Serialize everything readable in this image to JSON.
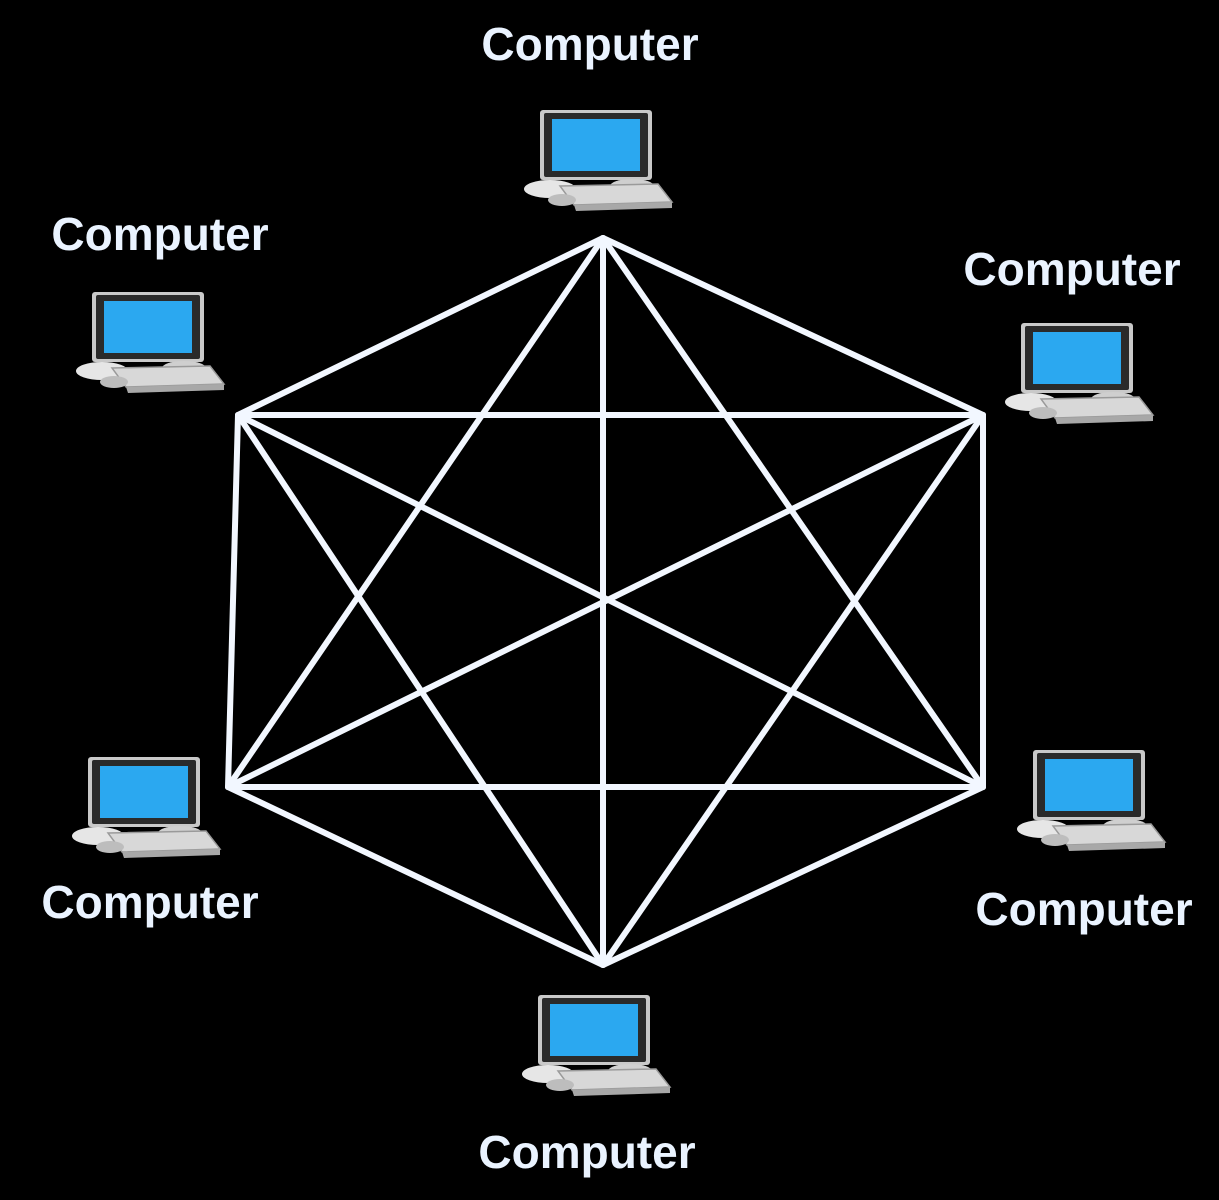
{
  "diagram": {
    "type": "mesh-network-topology",
    "colors": {
      "background": "#000000",
      "link": "#f2f7ff",
      "label": "#eaf3ff",
      "screen": "#2ba8f0",
      "monitor_frame": "#2a2a2a",
      "monitor_bezel": "#c9c9c9",
      "keyboard": "#d8d8d8"
    },
    "nodes": [
      {
        "id": "top",
        "label": "Computer",
        "icon": "laptop-computer-icon"
      },
      {
        "id": "upper-right",
        "label": "Computer",
        "icon": "laptop-computer-icon"
      },
      {
        "id": "lower-right",
        "label": "Computer",
        "icon": "laptop-computer-icon"
      },
      {
        "id": "bottom",
        "label": "Computer",
        "icon": "laptop-computer-icon"
      },
      {
        "id": "lower-left",
        "label": "Computer",
        "icon": "laptop-computer-icon"
      },
      {
        "id": "upper-left",
        "label": "Computer",
        "icon": "laptop-computer-icon"
      }
    ],
    "links": [
      [
        "top",
        "upper-right"
      ],
      [
        "top",
        "lower-right"
      ],
      [
        "top",
        "bottom"
      ],
      [
        "top",
        "lower-left"
      ],
      [
        "top",
        "upper-left"
      ],
      [
        "upper-right",
        "lower-right"
      ],
      [
        "upper-right",
        "bottom"
      ],
      [
        "upper-right",
        "lower-left"
      ],
      [
        "upper-right",
        "upper-left"
      ],
      [
        "lower-right",
        "bottom"
      ],
      [
        "lower-right",
        "lower-left"
      ],
      [
        "lower-right",
        "upper-left"
      ],
      [
        "bottom",
        "lower-left"
      ],
      [
        "bottom",
        "upper-left"
      ],
      [
        "lower-left",
        "upper-left"
      ]
    ]
  }
}
